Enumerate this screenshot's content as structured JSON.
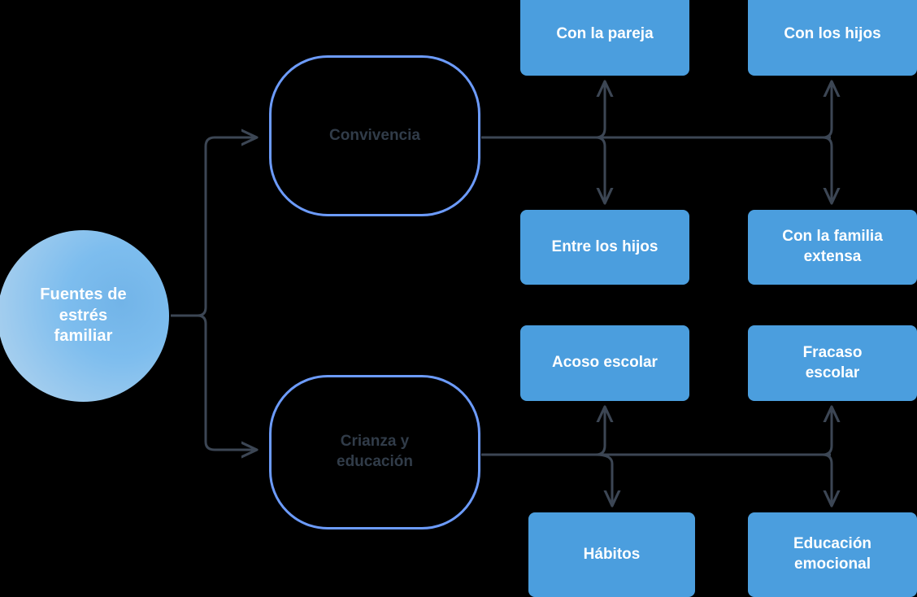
{
  "diagram": {
    "type": "tree-flowchart",
    "background_color": "#000000",
    "accent_box_color": "#4b9ede",
    "branch_border_color": "#6c9bfb",
    "connector_color": "#3c4654",
    "root_text_color": "#ffffff",
    "branch_text_color": "#313c49",
    "root": {
      "label": "Fuentes de\nestrés\nfamiliar",
      "line1": "Fuentes de",
      "line2": "estrés",
      "line3": "familiar"
    },
    "branches": [
      {
        "id": "convivencia",
        "label": "Convivencia",
        "leaves": [
          {
            "id": "con-la-pareja",
            "label": "Con la pareja",
            "line1": "Con la pareja",
            "line2": ""
          },
          {
            "id": "con-los-hijos",
            "label": "Con los hijos",
            "line1": "Con los hijos",
            "line2": ""
          },
          {
            "id": "entre-los-hijos",
            "label": "Entre los hijos",
            "line1": "Entre los hijos",
            "line2": ""
          },
          {
            "id": "con-la-familia-extensa",
            "label": "Con la familia extensa",
            "line1": "Con la familia",
            "line2": "extensa"
          }
        ]
      },
      {
        "id": "crianza-y-educacion",
        "label": "Crianza y educación",
        "line1": "Crianza y",
        "line2": "educación",
        "leaves": [
          {
            "id": "acoso-escolar",
            "label": "Acoso escolar",
            "line1": "Acoso escolar",
            "line2": ""
          },
          {
            "id": "fracaso-escolar",
            "label": "Fracaso escolar",
            "line1": "Fracaso",
            "line2": "escolar"
          },
          {
            "id": "habitos",
            "label": "Hábitos",
            "line1": "Hábitos",
            "line2": ""
          },
          {
            "id": "educacion-emocional",
            "label": "Educación emocional",
            "line1": "Educación",
            "line2": "emocional"
          }
        ]
      }
    ]
  }
}
